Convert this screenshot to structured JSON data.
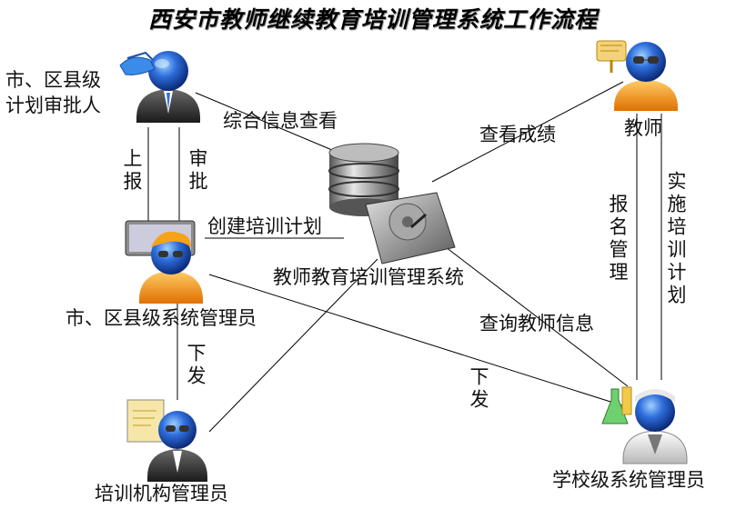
{
  "title": "西安市教师继续教育培训管理系统工作流程",
  "nodes": {
    "approver": {
      "line1": "市、区县级",
      "line2": "计划审批人"
    },
    "teacher": {
      "label": "教师"
    },
    "system": {
      "label": "教师教育培训管理系统"
    },
    "district_admin": {
      "label": "市、区县级系统管理员"
    },
    "institution_admin": {
      "label": "培训机构管理员"
    },
    "school_admin": {
      "label": "学校级系统管理员"
    }
  },
  "edges": {
    "approver_system": "综合信息查看",
    "report_up": "上报",
    "approve": "审批",
    "create_plan": "创建培训计划",
    "view_scores": "查看成绩",
    "signup_manage": "报名管理",
    "implement_plan": "实施培训计划",
    "query_teacher_info": "查询教师信息",
    "issue_down_left": "下发",
    "issue_down_right": "下发"
  },
  "colors": {
    "head_blue": "#2f6fdc",
    "body_orange": "#f08a1a",
    "line": "#000000"
  }
}
